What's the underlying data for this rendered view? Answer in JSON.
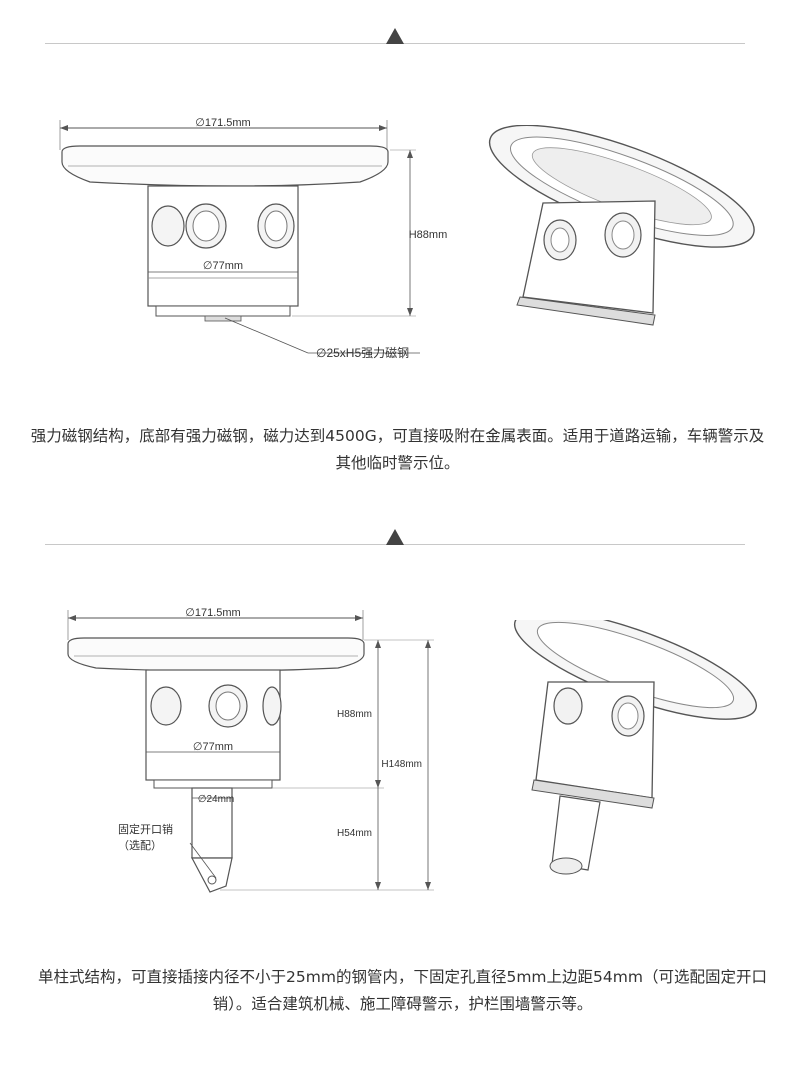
{
  "section1": {
    "dims": {
      "diameter_top": "∅171.5mm",
      "height": "H88mm",
      "diameter_base": "∅77mm",
      "magnet": "∅25xH5强力磁钢"
    },
    "description": "强力磁钢结构，底部有强力磁钢，磁力达到4500G，可直接吸附在金属表面。适用于道路运输，车辆警示及其他临时警示位。"
  },
  "section2": {
    "dims": {
      "diameter_top": "∅171.5mm",
      "height_body": "H88mm",
      "height_total": "H148mm",
      "diameter_base": "∅77mm",
      "diameter_pole": "∅24mm",
      "height_pole": "H54mm",
      "pin_label": "固定开口销",
      "pin_note": "（选配）"
    },
    "description": "单柱式结构，可直接插接内径不小于25mm的钢管内，下固定孔直径5mm上边距54mm（可选配固定开口销）。适合建筑机械、施工障碍警示，护栏围墙警示等。"
  }
}
